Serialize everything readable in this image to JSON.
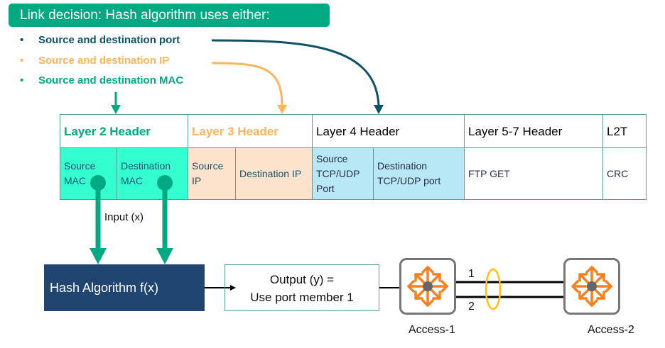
{
  "title": "Link decision: Hash algorithm uses either:",
  "bullets": [
    {
      "text": "Source and destination port",
      "color": "#0d5265"
    },
    {
      "text": "Source and destination IP",
      "color": "#fcb45d"
    },
    {
      "text": "Source and destination MAC",
      "color": "#01a982"
    }
  ],
  "bullet_glyph": "•",
  "table": {
    "headers": [
      {
        "label": "Layer 2 Header",
        "color": "#01a982"
      },
      {
        "label": "Layer 3 Header",
        "color": "#fcb45d"
      },
      {
        "label": "Layer 4 Header",
        "color": "#111111"
      },
      {
        "label": "Layer 5-7 Header",
        "color": "#111111"
      },
      {
        "label": "L2T",
        "color": "#111111"
      }
    ],
    "cells": [
      "Source MAC",
      "Destination MAC",
      "Source IP",
      "Destination IP",
      "Source TCP/UDP Port",
      "Destination TCP/UDP port",
      "FTP GET",
      "CRC"
    ]
  },
  "input_label": "Input (x)",
  "hash_box": "Hash Algorithm f(x)",
  "output_box": {
    "line1": "Output (y) =",
    "line2": "Use port member 1"
  },
  "links": {
    "link1": "1",
    "link2": "2"
  },
  "switches": [
    {
      "label": "Access-1"
    },
    {
      "label": "Access-2"
    }
  ],
  "colors": {
    "green": "#01a982",
    "orange": "#fcb45d",
    "navy": "#0d5265",
    "hash_bg": "#1f4570",
    "lag_ring": "#ffc20e",
    "switch_icon": "#f5821f"
  }
}
